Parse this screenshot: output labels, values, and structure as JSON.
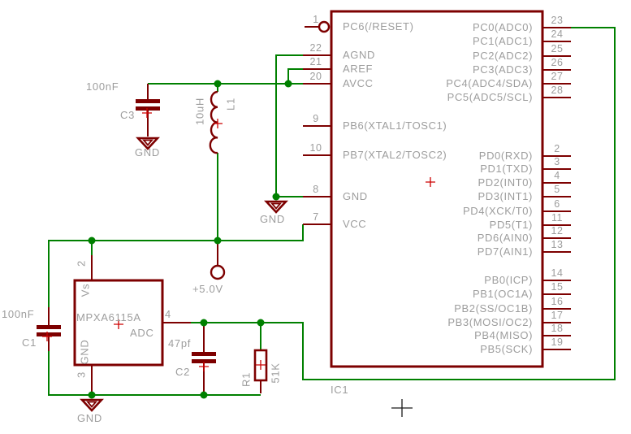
{
  "colors": {
    "wire_green": "#008000",
    "symbol_maroon": "#7d0000",
    "label_gray": "#9d9d9d",
    "origin_red": "#cc0000",
    "sheet_cross_black": "#1a1a1a"
  },
  "ic": {
    "ref": "IC1",
    "left_pins": [
      {
        "number": "1",
        "name": "PC6(/RESET)"
      },
      {
        "number": "22",
        "name": "AGND"
      },
      {
        "number": "21",
        "name": "AREF"
      },
      {
        "number": "20",
        "name": "AVCC"
      },
      {
        "number": "9",
        "name": "PB6(XTAL1/TOSC1)"
      },
      {
        "number": "10",
        "name": "PB7(XTAL2/TOSC2)"
      },
      {
        "number": "8",
        "name": "GND"
      },
      {
        "number": "7",
        "name": "VCC"
      }
    ],
    "right_pins": [
      {
        "number": "23",
        "name": "PC0(ADC0)"
      },
      {
        "number": "24",
        "name": "PC1(ADC1)"
      },
      {
        "number": "25",
        "name": "PC2(ADC2)"
      },
      {
        "number": "26",
        "name": "PC3(ADC3)"
      },
      {
        "number": "27",
        "name": "PC4(ADC4/SDA)"
      },
      {
        "number": "28",
        "name": "PC5(ADC5/SCL)"
      },
      {
        "number": "2",
        "name": "PD0(RXD)"
      },
      {
        "number": "3",
        "name": "PD1(TXD)"
      },
      {
        "number": "4",
        "name": "PD2(INT0)"
      },
      {
        "number": "5",
        "name": "PD3(INT1)"
      },
      {
        "number": "6",
        "name": "PD4(XCK/T0)"
      },
      {
        "number": "11",
        "name": "PD5(T1)"
      },
      {
        "number": "12",
        "name": "PD6(AIN0)"
      },
      {
        "number": "13",
        "name": "PD7(AIN1)"
      },
      {
        "number": "14",
        "name": "PB0(ICP)"
      },
      {
        "number": "15",
        "name": "PB1(OC1A)"
      },
      {
        "number": "16",
        "name": "PB2(SS/OC1B)"
      },
      {
        "number": "17",
        "name": "PB3(MOSI/OC2)"
      },
      {
        "number": "18",
        "name": "PB4(MISO)"
      },
      {
        "number": "19",
        "name": "PB5(SCK)"
      }
    ]
  },
  "components": {
    "c1": {
      "ref": "C1",
      "value": "100nF"
    },
    "c2": {
      "ref": "C2",
      "value": "47pf"
    },
    "c3": {
      "ref": "C3",
      "value": "100nF"
    },
    "l1": {
      "ref": "L1",
      "value": "10uH"
    },
    "r1": {
      "ref": "R1",
      "value": "51K"
    },
    "sensor": {
      "part": "MPXA6115A",
      "pin_vs_label": "Vs",
      "pin_gnd_label": "GND",
      "pin_adc_label": "ADC",
      "pin_vs_number": "2",
      "pin_gnd_number": "3",
      "pin_adc_number": "4"
    }
  },
  "power": {
    "vcc_label": "+5.0V",
    "gnd_label": "GND"
  }
}
